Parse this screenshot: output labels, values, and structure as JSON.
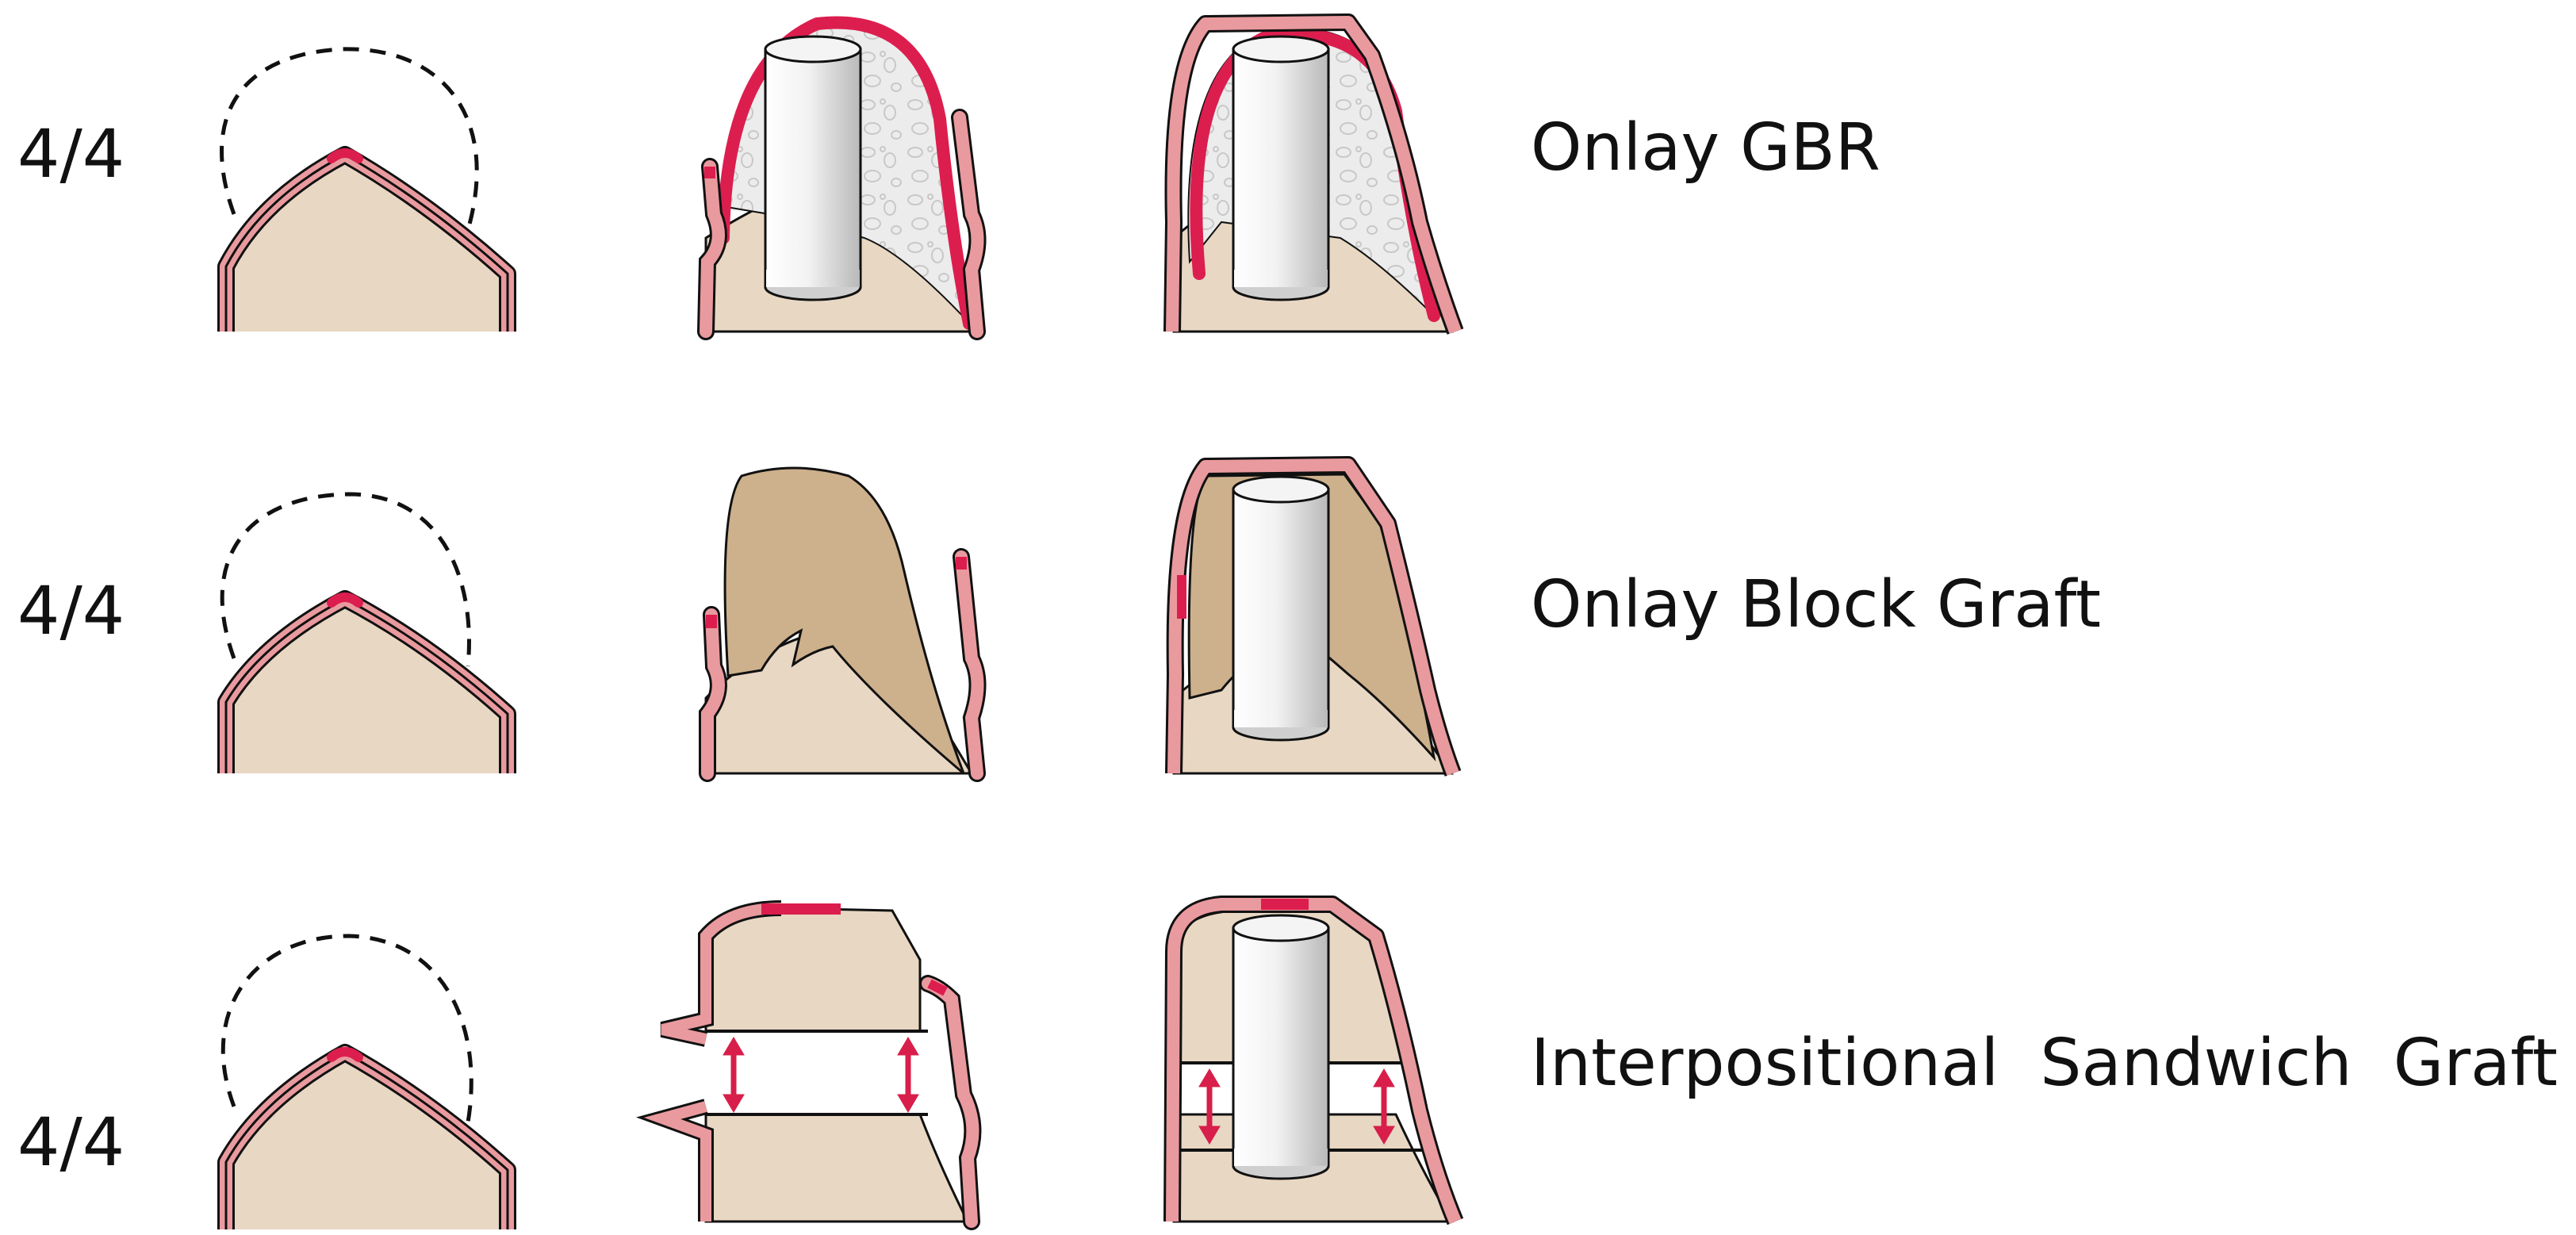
{
  "rows": [
    {
      "ratio": "4/4",
      "method": "Onlay GBR"
    },
    {
      "ratio": "4/4",
      "method": "Onlay Block Graft"
    },
    {
      "ratio": "4/4",
      "method": "Interpositional  Sandwich  Graft"
    }
  ],
  "colors": {
    "bone": "#e8d7c3",
    "block_graft": "#cdb08c",
    "soft_tissue": "#e99a9e",
    "membrane": "#dc1e4e",
    "implant_light": "#ffffff",
    "implant_dark": "#b9b9b9",
    "particulate_graft": "#e7e7e7",
    "outline": "#111111",
    "arrow": "#d81e4a"
  },
  "icons": {
    "dashed_outline": "target-ridge-contour",
    "implant": "cylinder",
    "arrow": "double-headed-vertical-arrow"
  }
}
